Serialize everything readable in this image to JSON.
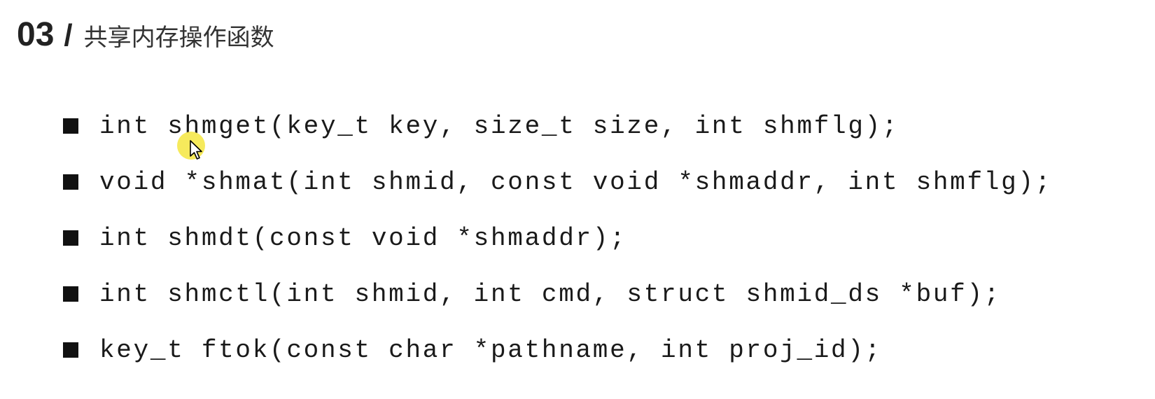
{
  "slide": {
    "section_number": "03",
    "separator": "/",
    "section_title": "共享内存操作函数"
  },
  "functions": [
    {
      "signature": "int shmget(key_t key, size_t size, int shmflg);"
    },
    {
      "signature": "void *shmat(int shmid, const void *shmaddr, int shmflg);"
    },
    {
      "signature": "int shmdt(const void *shmaddr);"
    },
    {
      "signature": "int shmctl(int shmid, int cmd, struct shmid_ds *buf);"
    },
    {
      "signature": "key_t ftok(const char *pathname, int proj_id);"
    }
  ],
  "colors": {
    "background": "#ffffff",
    "text": "#1a1a1a",
    "bullet": "#111111",
    "cursor_highlight": "#f5e84a"
  },
  "icons": {
    "bullet": "square-bullet-icon",
    "cursor": "mouse-pointer-icon"
  }
}
